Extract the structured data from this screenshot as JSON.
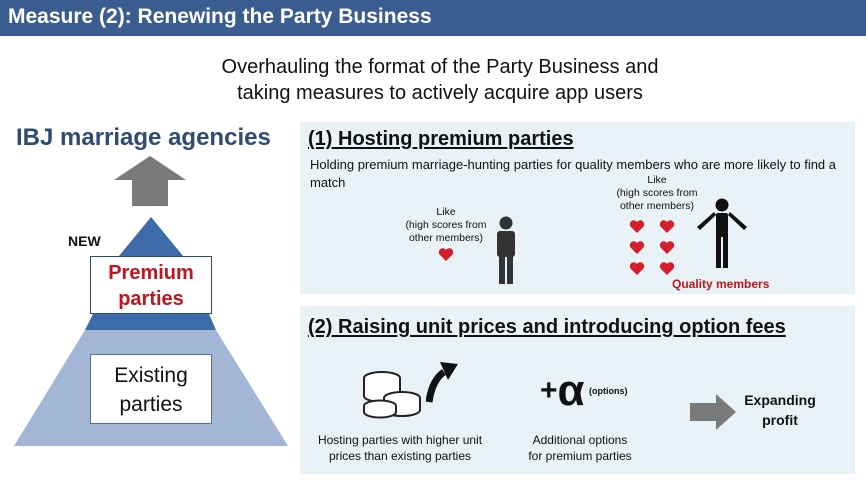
{
  "header": {
    "title": "Measure (2): Renewing the Party Business"
  },
  "subtitle": {
    "line1": "Overhauling the format of the Party Business and",
    "line2": "taking measures to actively acquire app users"
  },
  "left": {
    "title": "IBJ marriage agencies",
    "new_label": "NEW",
    "premium_line1": "Premium",
    "premium_line2": "parties",
    "existing_line1": "Existing",
    "existing_line2": "parties"
  },
  "panel1": {
    "title": "(1) Hosting premium parties",
    "desc": "Holding premium marriage-hunting parties for quality members who are more likely to find a match",
    "like1_line1": "Like",
    "like1_line2": "(high scores from",
    "like1_line3": "other members)",
    "like2_line1": "Like",
    "like2_line2": "(high scores from",
    "like2_line3": "other members)",
    "quality_label": "Quality members"
  },
  "panel2": {
    "title": "(2) Raising unit prices and introducing option fees",
    "coins_line1": "Hosting parties with higher unit",
    "coins_line2": "prices than existing parties",
    "plus_sign": "+",
    "alpha_symbol": "α",
    "alpha_note": "(options)",
    "options_line1": "Additional options",
    "options_line2": "for premium parties",
    "profit_line1": "Expanding",
    "profit_line2": "profit"
  },
  "colors": {
    "header_bg": "#3a5c8e",
    "title_blue": "#2f4b72",
    "accent_red": "#c0151c",
    "panel_bg": "#e8f2f7",
    "pyramid_dark": "#3d6aa8",
    "pyramid_light": "#a3b6d6",
    "arrow_gray": "#7a7a7a"
  },
  "icons": [
    "up-arrow-icon",
    "person-icon",
    "heart-icon",
    "coins-icon",
    "curved-up-arrow-icon",
    "right-arrow-icon"
  ]
}
